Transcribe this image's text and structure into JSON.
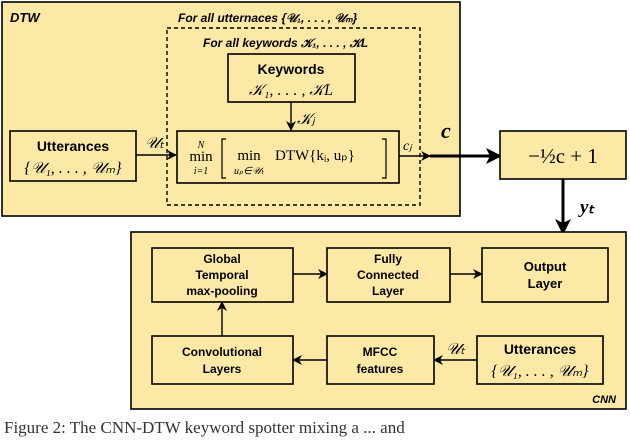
{
  "dtw_panel": {
    "label": "DTW",
    "utterances_loop_label": "For all utternaces {𝒰₁, . . . , 𝒰ₘ}",
    "keywords_loop_label": "For all keywords 𝒦₁, . . . , 𝒦L"
  },
  "keywords_box": {
    "title": "Keywords",
    "set": "𝒦₁, . . . , 𝒦L"
  },
  "utterances_box_left": {
    "title": "Utterances",
    "set": "{𝒰₁, . . . , 𝒰ₘ}"
  },
  "dtw_formula": {
    "outer_min": "min",
    "outer_top": "N",
    "outer_bottom": "i=1",
    "inner_min": "min",
    "inner_bottom": "uₚ∈𝒰ₜ",
    "body": "DTW{kᵢ, uₚ}"
  },
  "edge_labels": {
    "u_t_left": "𝒰ₜ",
    "k_j": "𝒦ⱼ",
    "c_j": "cⱼ",
    "c": "c",
    "y_t": "yₜ",
    "u_t_right": "𝒰ₜ"
  },
  "transform_box": {
    "formula": "−½c + 1"
  },
  "cnn_panel": {
    "label": "CNN"
  },
  "cnn_blocks": {
    "global_pooling": [
      "Global",
      "Temporal",
      "max-pooling"
    ],
    "fully_connected": [
      "Fully",
      "Connected",
      "Layer"
    ],
    "output_layer": [
      "Output",
      "Layer"
    ],
    "conv_layers": [
      "Convolutional",
      "Layers"
    ],
    "mfcc": [
      "MFCC",
      "features"
    ],
    "utterances_title": "Utterances",
    "utterances_set": "{𝒰₁, . . . , 𝒰ₘ}"
  },
  "caption": "Figure 2: The CNN-DTW keyword spotter mixing a ... and",
  "colors": {
    "panel_fill": "#fde9a6",
    "box_fill": "#fde9a6",
    "stroke": "#000000"
  }
}
